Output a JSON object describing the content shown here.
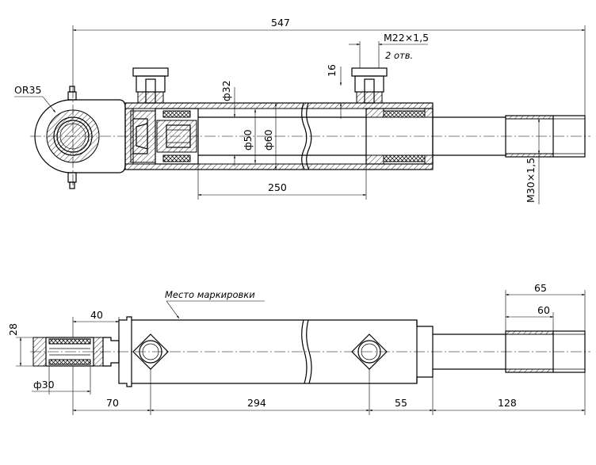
{
  "top_view": {
    "dim_overall_length": "547",
    "dim_port_thread": "M22×1,5",
    "dim_port_count": "2 отв.",
    "dim_port_offset": "16",
    "dim_rod_diameter": "ф32",
    "dim_piston_diameter": "ф50",
    "dim_bore_diameter": "ф60",
    "dim_stroke": "250",
    "dim_rod_thread": "M30×1,5",
    "label_eye": "OR35"
  },
  "bottom_view": {
    "label_marking": "Место маркировки",
    "dim_eye_width": "28",
    "dim_eye_offset": "40",
    "dim_eye_bore": "ф30",
    "dim_eye_to_port": "70",
    "dim_port_to_port": "294",
    "dim_port_to_end": "55",
    "dim_rod_extension": "128",
    "dim_thread_length": "65",
    "dim_thread_usable": "60"
  }
}
